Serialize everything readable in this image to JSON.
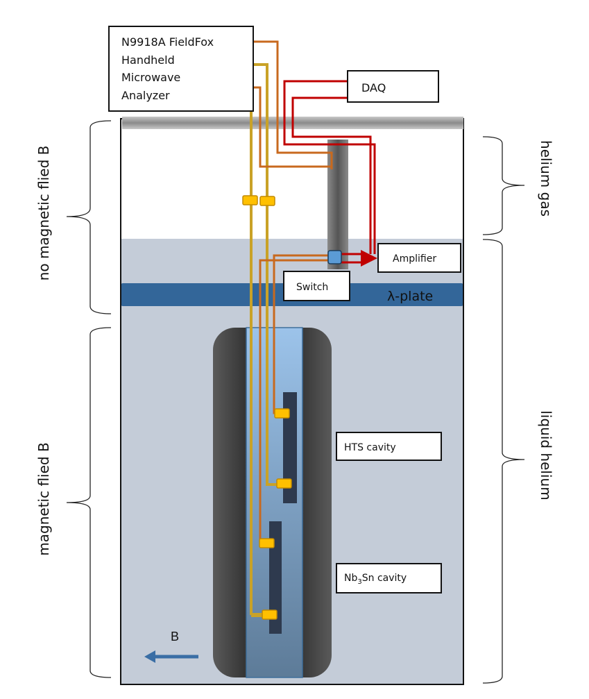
{
  "labels": {
    "analyzer": [
      "N9918A FieldFox",
      "Handheld",
      "Microwave",
      "Analyzer"
    ],
    "daq": "DAQ",
    "amplifier": "Amplifier",
    "switch": "Switch",
    "lambda_plate": "λ-plate",
    "hts_cavity": "HTS cavity",
    "nb3sn_cavity": {
      "prefix": "Nb",
      "subscript": "3",
      "suffix": "Sn cavity"
    },
    "b_field": "B",
    "no_magnetic_field": "no magnetic flied B",
    "magnetic_field": "magnetic flied B",
    "helium_gas": "helium gas",
    "liquid_helium": "liquid helium"
  },
  "colors": {
    "cable_gold": "#C9A227",
    "cable_orange": "#C8691E",
    "cable_red": "#C00000",
    "liquid_helium": "#C4CCD8",
    "lambda_plate": "#336699",
    "magnet": "#3C3C3C",
    "bore": "#8EB5DD",
    "cavity": "#2E3A4E",
    "connector": "#FFC000",
    "switch_node": "#5B9BD5",
    "top_plate": "#9A9A9A",
    "b_arrow": "#3A6EA5"
  }
}
